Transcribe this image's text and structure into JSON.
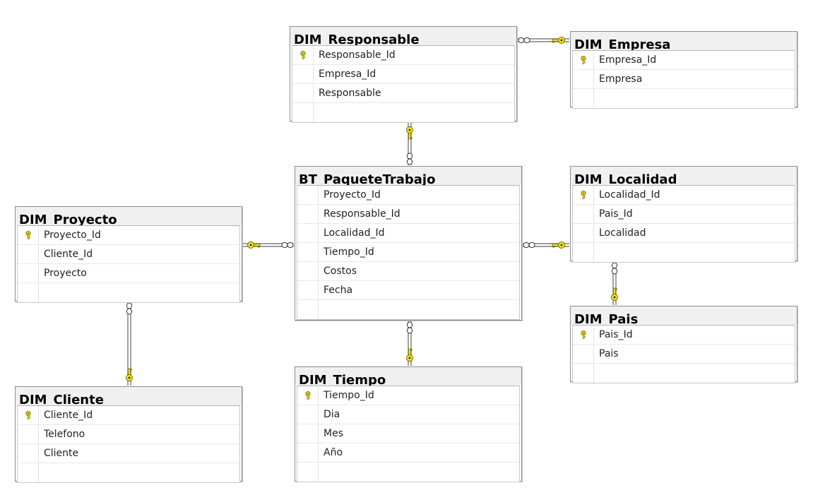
{
  "diagram": {
    "tables": [
      {
        "id": "responsable",
        "title": "DIM_Responsable",
        "columns": [
          {
            "name": "Responsable_Id",
            "key": true
          },
          {
            "name": "Empresa_Id",
            "key": false
          },
          {
            "name": "Responsable",
            "key": false
          }
        ]
      },
      {
        "id": "empresa",
        "title": "DIM_Empresa",
        "columns": [
          {
            "name": "Empresa_Id",
            "key": true
          },
          {
            "name": "Empresa",
            "key": false
          }
        ]
      },
      {
        "id": "paquete",
        "title": "BT_PaqueteTrabajo",
        "columns": [
          {
            "name": "Proyecto_Id",
            "key": false
          },
          {
            "name": "Responsable_Id",
            "key": false
          },
          {
            "name": "Localidad_Id",
            "key": false
          },
          {
            "name": "Tiempo_Id",
            "key": false
          },
          {
            "name": "Costos",
            "key": false
          },
          {
            "name": "Fecha",
            "key": false
          }
        ]
      },
      {
        "id": "localidad",
        "title": "DIM_Localidad",
        "columns": [
          {
            "name": "Localidad_Id",
            "key": true
          },
          {
            "name": "Pais_Id",
            "key": false
          },
          {
            "name": "Localidad",
            "key": false
          }
        ]
      },
      {
        "id": "proyecto",
        "title": "DIM_Proyecto",
        "columns": [
          {
            "name": "Proyecto_Id",
            "key": true
          },
          {
            "name": "Cliente_Id",
            "key": false
          },
          {
            "name": "Proyecto",
            "key": false
          }
        ]
      },
      {
        "id": "pais",
        "title": "DIM_Pais",
        "columns": [
          {
            "name": "Pais_Id",
            "key": true
          },
          {
            "name": "Pais",
            "key": false
          }
        ]
      },
      {
        "id": "cliente",
        "title": "DIM_Cliente",
        "columns": [
          {
            "name": "Cliente_Id",
            "key": true
          },
          {
            "name": "Telefono",
            "key": false
          },
          {
            "name": "Cliente",
            "key": false
          }
        ]
      },
      {
        "id": "tiempo",
        "title": "DIM_Tiempo",
        "columns": [
          {
            "name": "Tiempo_Id",
            "key": true
          },
          {
            "name": "Dia",
            "key": false
          },
          {
            "name": "Mes",
            "key": false
          },
          {
            "name": "Año",
            "key": false
          }
        ]
      }
    ],
    "relationships": [
      {
        "many": "responsable",
        "one": "empresa"
      },
      {
        "many": "paquete",
        "one": "responsable"
      },
      {
        "many": "paquete",
        "one": "proyecto"
      },
      {
        "many": "paquete",
        "one": "localidad"
      },
      {
        "many": "paquete",
        "one": "tiempo"
      },
      {
        "many": "localidad",
        "one": "pais"
      },
      {
        "many": "proyecto",
        "one": "cliente"
      }
    ],
    "colors": {
      "key_fill": "#f5e21a",
      "key_stroke": "#6b6b00",
      "title_background": "#f0f0f0",
      "border": "#8d8d8d",
      "connector": "#606060"
    }
  }
}
